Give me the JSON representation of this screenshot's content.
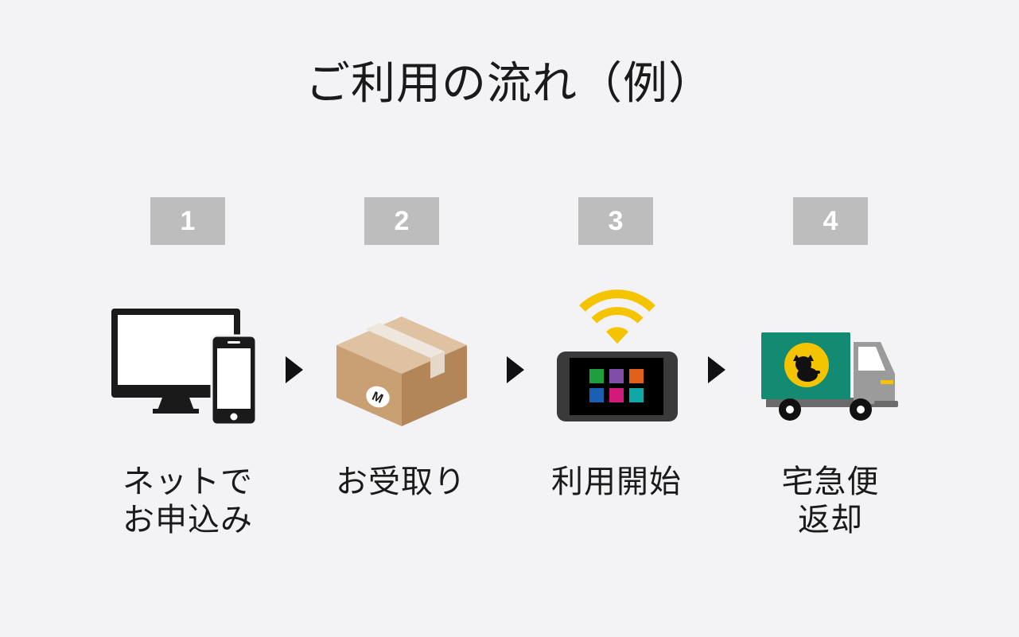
{
  "title": "ご利用の流れ（例）",
  "steps": [
    {
      "number": "1",
      "icon": "computer-and-phone-icon",
      "label_lines": [
        "ネットで",
        "お申込み"
      ]
    },
    {
      "number": "2",
      "icon": "cardboard-box-icon",
      "box_logo": "M",
      "label_lines": [
        "お受取り"
      ]
    },
    {
      "number": "3",
      "icon": "wifi-router-icon",
      "label_lines": [
        "利用開始"
      ]
    },
    {
      "number": "4",
      "icon": "delivery-truck-icon",
      "label_lines": [
        "宅急便",
        "返却"
      ]
    }
  ],
  "colors": {
    "background": "#f3f3f5",
    "badge": "#bdbdbd",
    "wifi": "#f5c400",
    "truck_body": "#138a72",
    "box": "#c9a073",
    "tiles": [
      "#1e9e3c",
      "#7f4fa8",
      "#e0621a",
      "#1a5fb4",
      "#d11a7b",
      "#10a7a9"
    ]
  }
}
